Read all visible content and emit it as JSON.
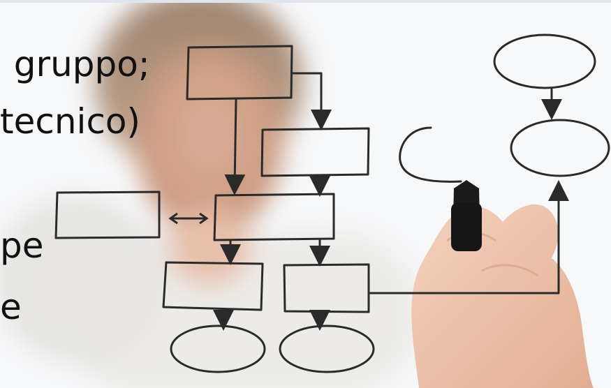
{
  "slide": {
    "text_lines": [
      "l gruppo;",
      "tecnico)",
      "pe",
      "e"
    ]
  },
  "colors": {
    "background": "#f7f8fa",
    "text": "#111111",
    "ink": "#2a2a2a",
    "skin": "#f0c9b3",
    "marker": "#1b1b1b"
  },
  "icons": {
    "marker": "marker-icon",
    "double_arrow": "double-arrow-icon"
  }
}
